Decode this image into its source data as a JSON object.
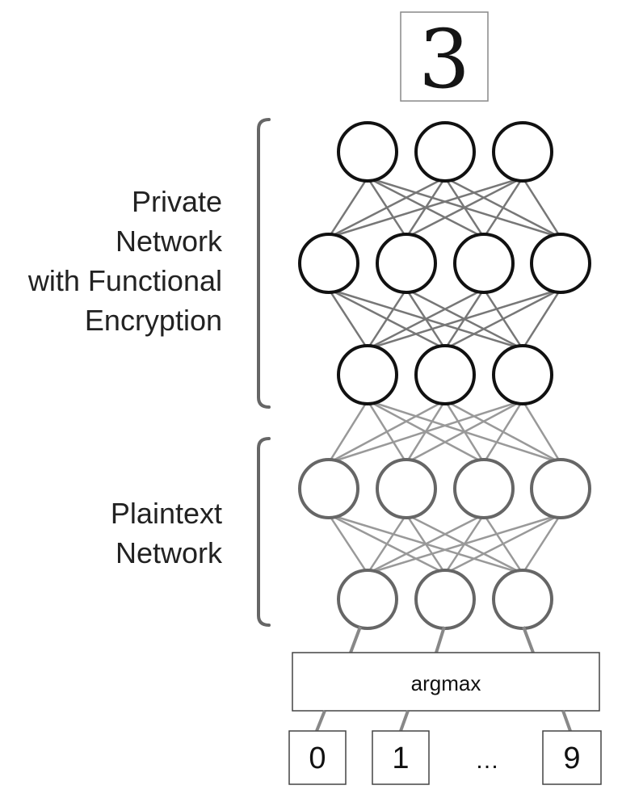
{
  "input_image": {
    "digit": "3"
  },
  "labels": {
    "private_lines": [
      "Private",
      "Network",
      "with Functional",
      "Encryption"
    ],
    "plaintext_lines": [
      "Plaintext",
      "Network"
    ]
  },
  "argmax_label": "argmax",
  "outputs": {
    "first": "0",
    "second": "1",
    "ellipsis": "…",
    "last": "9"
  },
  "network": {
    "layers": [
      {
        "nodes": 3,
        "section": "private"
      },
      {
        "nodes": 4,
        "section": "private"
      },
      {
        "nodes": 3,
        "section": "private"
      },
      {
        "nodes": 4,
        "section": "plaintext"
      },
      {
        "nodes": 3,
        "section": "plaintext"
      }
    ]
  },
  "colors": {
    "private_node": "#111111",
    "plaintext_node": "#666666",
    "private_edge": "#777777",
    "plaintext_edge": "#999999"
  }
}
